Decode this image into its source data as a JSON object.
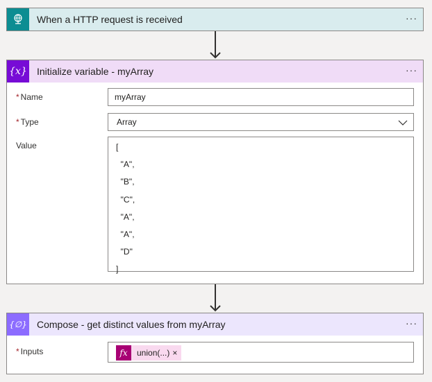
{
  "trigger": {
    "title": "When a HTTP request is received",
    "color": "#0c8d92",
    "header_bg": "#d9ecee"
  },
  "init": {
    "title": "Initialize variable - myArray",
    "color": "#770bd6",
    "header_bg": "#f0dcf7",
    "fields": {
      "name_label": "Name",
      "name_value": "myArray",
      "type_label": "Type",
      "type_value": "Array",
      "value_label": "Value"
    },
    "value_lines": [
      "[",
      "  \"A\",",
      "  \"B\",",
      "  \"C\",",
      "  \"A\",",
      "  \"A\",",
      "  \"D\"",
      "]"
    ]
  },
  "compose": {
    "title": "Compose - get distinct values from myArray",
    "color": "#8c6cff",
    "header_bg": "#ece6fd",
    "inputs_label": "Inputs",
    "token_label": "union(...)",
    "token_fx": "fx",
    "token_close": "×"
  },
  "required_mark": "*",
  "more_glyph": "···"
}
